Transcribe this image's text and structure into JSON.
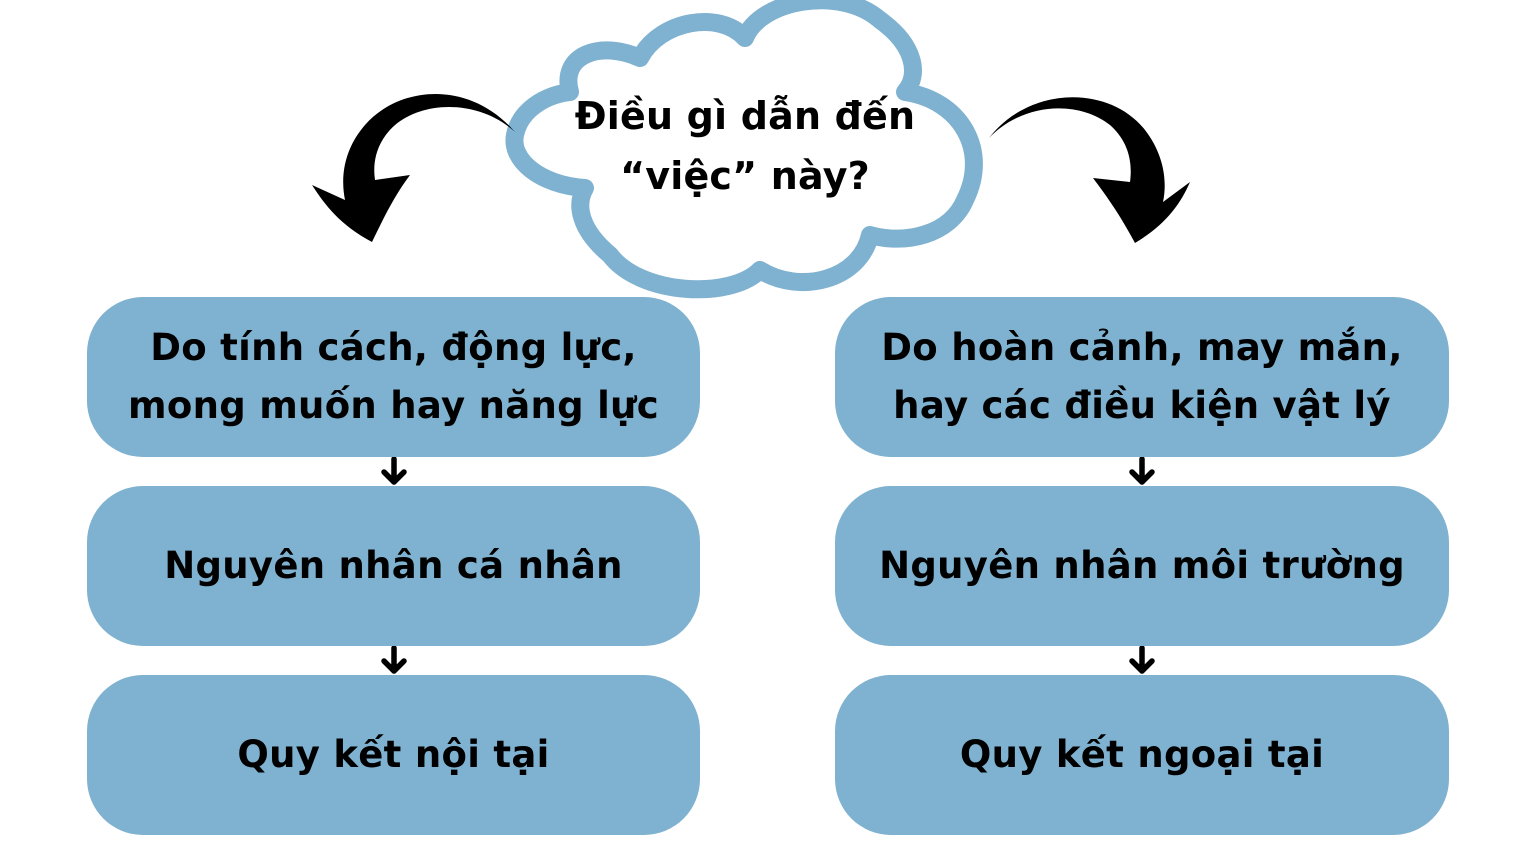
{
  "cloud": {
    "line1": "Điều gì dẫn đến",
    "line2": "“việc” này?"
  },
  "left_branch": {
    "boxes": [
      {
        "text": "Do tính cách, động lực,\nmong muốn hay năng lực"
      },
      {
        "text": "Nguyên nhân cá nhân"
      },
      {
        "text": "Quy kết nội tại"
      }
    ]
  },
  "right_branch": {
    "boxes": [
      {
        "text": "Do hoàn cảnh, may mắn,\nhay các điều kiện vật lý"
      },
      {
        "text": "Nguyên nhân môi trường"
      },
      {
        "text": "Quy kết ngoại tại"
      }
    ]
  },
  "colors": {
    "box_fill": "#7fb2d0",
    "cloud_stroke": "#7fb2d0",
    "arrow": "#000000",
    "text": "#000000",
    "background": "#ffffff"
  },
  "icons": {
    "curved_arrow_left": "curved-arrow-down-left-icon",
    "curved_arrow_right": "curved-arrow-down-right-icon",
    "small_arrow": "arrow-down-icon"
  }
}
